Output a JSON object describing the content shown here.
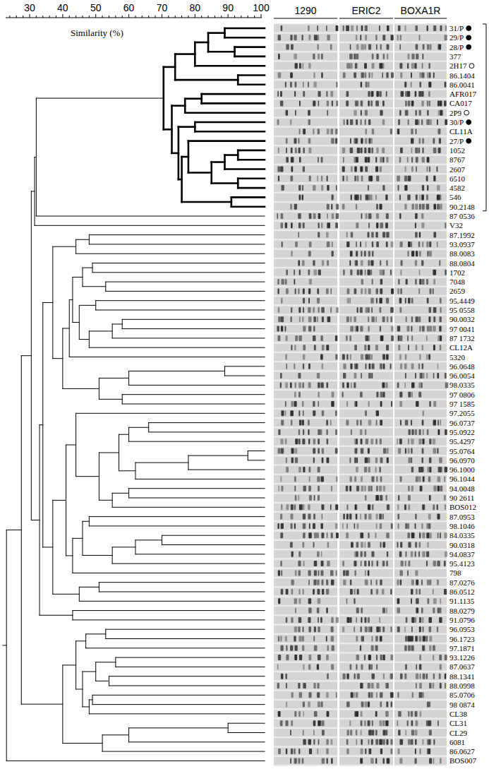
{
  "diagram": {
    "labels": [
      "30",
      "40",
      "50",
      "60",
      "70",
      "80",
      "90",
      "100",
      "Similarity (%)",
      "1290",
      "ERIC2",
      "BOXA1R",
      "31/P",
      "29/P",
      "28/P",
      "377",
      "2H17",
      "86.1404",
      "86.0041",
      "AFR017",
      "CA017",
      "2P9",
      "30/P",
      "CL11A",
      "27/P",
      "1052",
      "8767",
      "2607",
      "6510",
      "4582",
      "546",
      "90.2148",
      "87 0536",
      "V32",
      "87.1992",
      "93.0937",
      "88.0083",
      "88.0804",
      "1702",
      "7048",
      "2659",
      "95.4449",
      "95 0558",
      "90.0032",
      "97 0041",
      "87 1732",
      "CL12A",
      "5320",
      "96.0648",
      "96.0054",
      "98.0335",
      "97 0806",
      "97 1585",
      "97.2055",
      "96.0737",
      "95.0922",
      "95.4297",
      "95.0764",
      "96.0970",
      "96.1000",
      "96.1044",
      "94.0048",
      "90 2611",
      "BOS012",
      "87.0953",
      "98.1046",
      "84.0335",
      "90.0318",
      "94.0837",
      "95.4123",
      "798",
      "87.0276",
      "86.0512",
      "91.1135",
      "88.0279",
      "91.0796",
      "96.0953",
      "96.1723",
      "97.1871",
      "93.1226",
      "87.0637",
      "88.1341",
      "88.0998",
      "85.0706",
      "98 0874",
      "CL38",
      "CL31",
      "CL29",
      "6081",
      "86.0627",
      "BOS007"
    ]
  }
}
